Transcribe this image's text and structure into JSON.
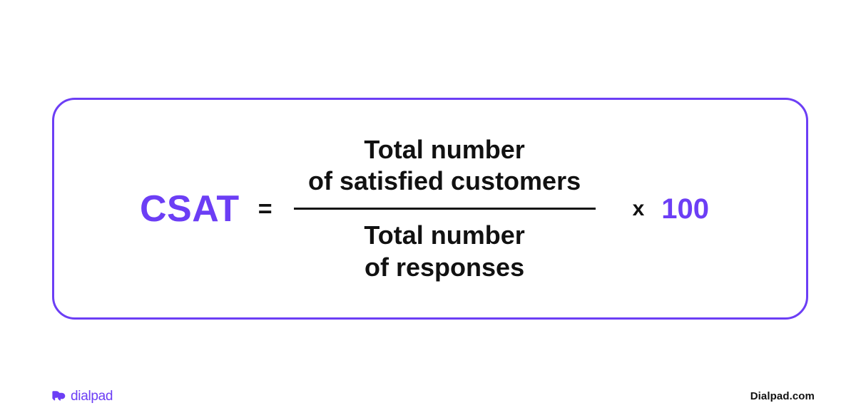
{
  "page": {
    "background_color": "#FFFFFF",
    "accent_color": "#6C3EF5",
    "text_color": "#111111"
  },
  "formula": {
    "metric_label": "CSAT",
    "equals_symbol": "=",
    "numerator_line_1": "Total number",
    "numerator_line_2": "of satisfied customers",
    "denominator_line_1": "Total number",
    "denominator_line_2": "of responses",
    "multiply_symbol": "x",
    "multiplier": "100"
  },
  "footer": {
    "logo_wordmark": "dialpad",
    "logo_mark_name": "dialpad-speech-bubble-mark",
    "url": "Dialpad.com"
  }
}
